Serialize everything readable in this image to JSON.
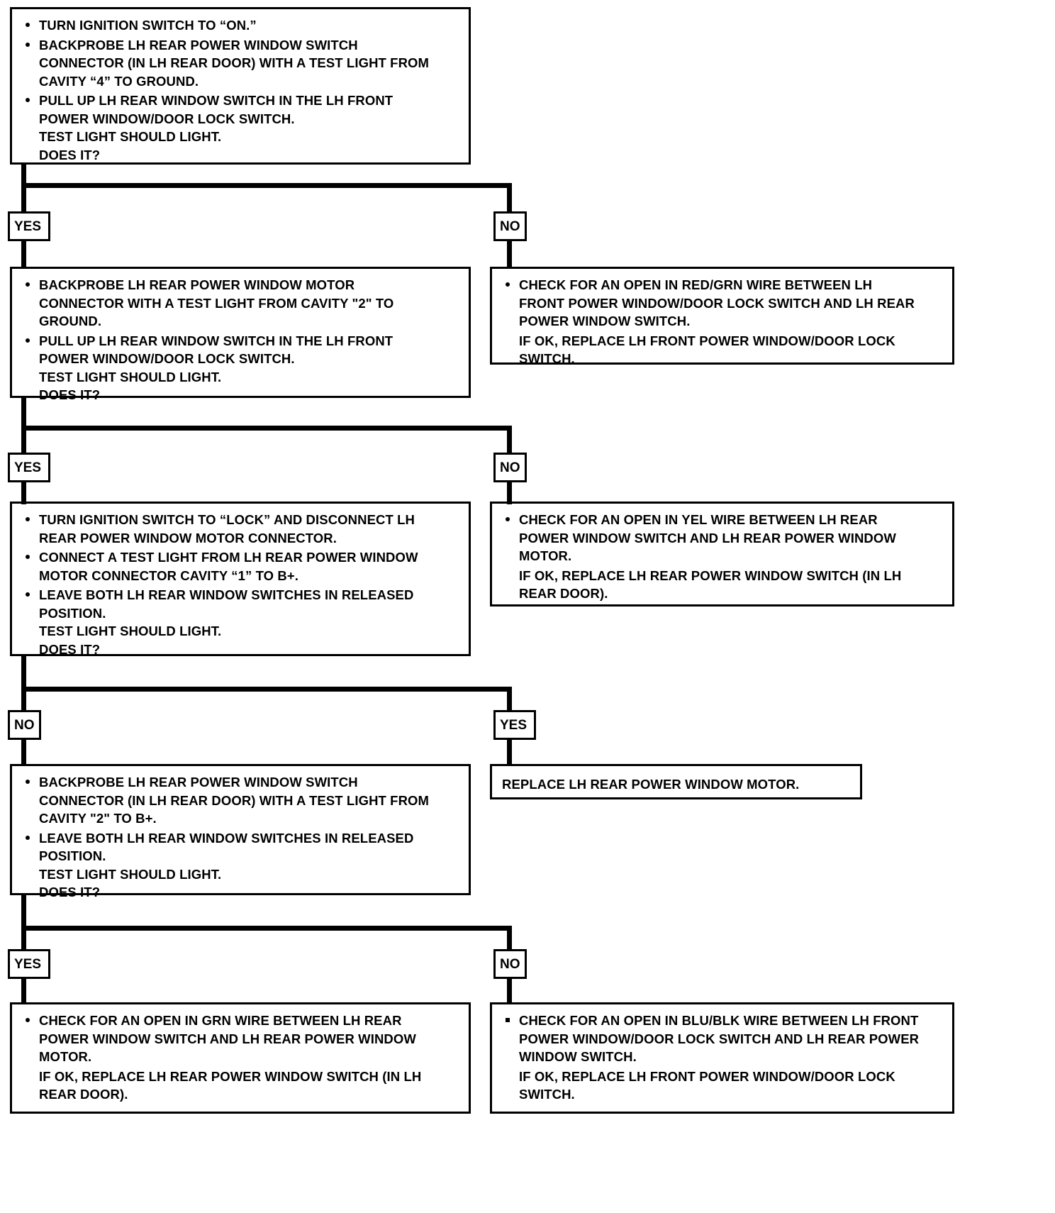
{
  "diagram": {
    "title": "LH Rear Power Window Diagnostic Flowchart",
    "ink_color": "#000000",
    "background_color": "#ffffff"
  },
  "steps": {
    "step1": {
      "name": "ignition-on-backprobe-switch-cavity-4",
      "items": [
        {
          "bullet": "round",
          "lines": [
            "TURN IGNITION SWITCH TO “ON.”"
          ]
        },
        {
          "bullet": "round",
          "lines": [
            "BACKPROBE LH REAR POWER WINDOW SWITCH",
            "CONNECTOR (IN LH REAR DOOR) WITH A TEST LIGHT FROM",
            "CAVITY “4” TO GROUND."
          ]
        },
        {
          "bullet": "round",
          "lines": [
            "PULL UP LH REAR WINDOW SWITCH IN THE LH FRONT",
            "POWER WINDOW/DOOR LOCK SWITCH.",
            "TEST LIGHT SHOULD LIGHT.",
            "DOES IT?"
          ]
        }
      ]
    },
    "step2_left": {
      "name": "backprobe-motor-cavity-2-ground",
      "items": [
        {
          "bullet": "round",
          "lines": [
            "BACKPROBE LH REAR POWER WINDOW MOTOR",
            "CONNECTOR WITH A TEST LIGHT FROM CAVITY \"2\" TO",
            "GROUND."
          ]
        },
        {
          "bullet": "round",
          "lines": [
            "PULL UP LH REAR WINDOW SWITCH IN THE LH FRONT",
            "POWER WINDOW/DOOR LOCK SWITCH.",
            "TEST LIGHT SHOULD LIGHT.",
            "DOES IT?"
          ]
        }
      ]
    },
    "step2_right": {
      "name": "check-open-red-grn-wire",
      "items": [
        {
          "bullet": "round",
          "lines": [
            "CHECK FOR AN OPEN IN RED/GRN WIRE BETWEEN LH",
            "FRONT POWER WINDOW/DOOR LOCK SWITCH AND LH REAR",
            "POWER WINDOW SWITCH."
          ]
        },
        {
          "bullet": "none",
          "lines": [
            "IF OK, REPLACE LH FRONT POWER WINDOW/DOOR LOCK",
            "SWITCH."
          ]
        }
      ]
    },
    "step3_left": {
      "name": "ignition-lock-disconnect-motor-connector",
      "items": [
        {
          "bullet": "round",
          "lines": [
            "TURN IGNITION SWITCH TO “LOCK” AND DISCONNECT LH",
            "REAR POWER WINDOW MOTOR CONNECTOR."
          ]
        },
        {
          "bullet": "round",
          "lines": [
            "CONNECT A TEST LIGHT FROM LH REAR POWER WINDOW",
            "MOTOR CONNECTOR CAVITY “1” TO B+."
          ]
        },
        {
          "bullet": "round",
          "lines": [
            "LEAVE BOTH LH REAR WINDOW SWITCHES IN RELEASED",
            "POSITION.",
            "TEST LIGHT SHOULD LIGHT.",
            "DOES IT?"
          ]
        }
      ]
    },
    "step3_right": {
      "name": "check-open-yel-wire",
      "items": [
        {
          "bullet": "round",
          "lines": [
            "CHECK FOR AN OPEN IN YEL WIRE BETWEEN LH REAR",
            "POWER WINDOW SWITCH AND LH REAR POWER WINDOW",
            "MOTOR."
          ]
        },
        {
          "bullet": "none",
          "lines": [
            "IF OK, REPLACE LH REAR POWER WINDOW SWITCH (IN LH",
            "REAR DOOR)."
          ]
        }
      ]
    },
    "step4_left": {
      "name": "backprobe-switch-cavity-2-bplus",
      "items": [
        {
          "bullet": "round",
          "lines": [
            "BACKPROBE LH REAR POWER WINDOW SWITCH",
            "CONNECTOR (IN LH REAR DOOR) WITH A TEST LIGHT FROM",
            "CAVITY \"2\" TO B+."
          ]
        },
        {
          "bullet": "round",
          "lines": [
            "LEAVE BOTH LH REAR WINDOW SWITCHES IN RELEASED",
            "POSITION.",
            "TEST LIGHT SHOULD LIGHT.",
            "DOES IT?"
          ]
        }
      ]
    },
    "step4_right": {
      "name": "replace-rear-power-window-motor",
      "text": "REPLACE LH REAR POWER WINDOW MOTOR."
    },
    "step5_left": {
      "name": "check-open-grn-wire",
      "items": [
        {
          "bullet": "round",
          "lines": [
            "CHECK FOR AN OPEN IN GRN WIRE BETWEEN LH REAR",
            "POWER WINDOW SWITCH AND LH REAR POWER WINDOW",
            "MOTOR."
          ]
        },
        {
          "bullet": "none",
          "lines": [
            "IF OK, REPLACE LH REAR POWER WINDOW SWITCH (IN LH",
            "REAR DOOR)."
          ]
        }
      ]
    },
    "step5_right": {
      "name": "check-open-blu-blk-wire",
      "items": [
        {
          "bullet": "square",
          "lines": [
            "CHECK FOR AN OPEN IN BLU/BLK WIRE BETWEEN LH FRONT",
            "POWER WINDOW/DOOR LOCK SWITCH AND LH REAR POWER",
            "WINDOW SWITCH."
          ]
        },
        {
          "bullet": "none",
          "lines": [
            "IF OK, REPLACE LH FRONT POWER WINDOW/DOOR LOCK",
            "SWITCH."
          ]
        }
      ]
    }
  },
  "branches": {
    "b1_yes": "YES",
    "b1_no": "NO",
    "b2_yes": "YES",
    "b2_no": "NO",
    "b3_no": "NO",
    "b3_yes": "YES",
    "b4_yes": "YES",
    "b4_no": "NO"
  }
}
